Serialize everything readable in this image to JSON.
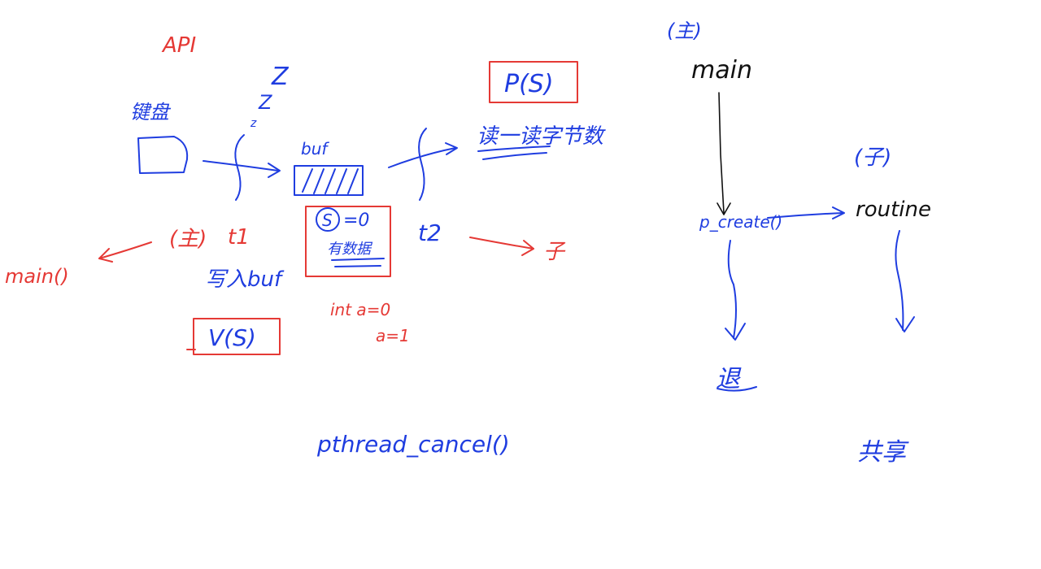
{
  "colors": {
    "red": "#e53935",
    "blue": "#1f3de0",
    "black": "#111111",
    "background": "#ffffff"
  },
  "left": {
    "api": "API",
    "keyboard": "键盘",
    "sleep_z_large": "Z",
    "sleep_z_mid": "Z",
    "sleep_z_small": "z",
    "buf": "buf",
    "p_s": "P(S)",
    "read_text": "读一读字节数",
    "s_circle": "S",
    "s_eq": "=0",
    "data_label": "有数据",
    "thread_main": "(主)",
    "t1": "t1",
    "main_func": "main()",
    "write_buf": "写入buf",
    "t2": "t2",
    "child": "子",
    "v_s": "V(S)",
    "int_a": "int a=0",
    "a_one": "a=1",
    "pthread_cancel": "pthread_cancel()"
  },
  "right": {
    "main_label": "(主)",
    "main": "main",
    "p_create": "p_create()",
    "child_label": "(子)",
    "routine": "routine",
    "exit": "退",
    "shared": "共享"
  }
}
